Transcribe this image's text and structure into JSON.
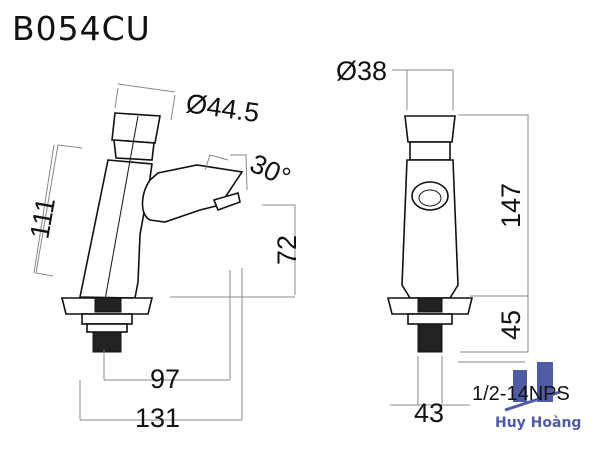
{
  "title": "B054CU",
  "side_view": {
    "dim_head_diameter": "Ø44.5",
    "dim_height": "111",
    "dim_angle": "30°",
    "dim_spout_height": "72",
    "dim_spout_reach": "97",
    "dim_total_length": "131"
  },
  "front_view": {
    "dim_head_diameter": "Ø38",
    "dim_height": "147",
    "dim_shank_length": "45",
    "dim_base_width": "43",
    "thread_spec": "1/2-14NPS"
  },
  "watermark": {
    "text": "Huy Hoàng",
    "color": "#3d4a9c"
  }
}
